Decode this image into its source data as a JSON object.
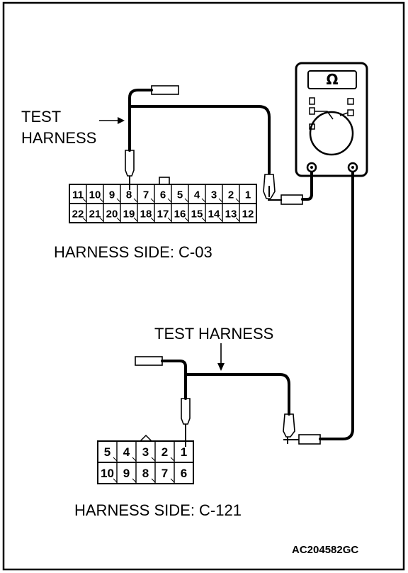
{
  "labels": {
    "test_harness_top_line1": "TEST",
    "test_harness_top_line2": "HARNESS",
    "test_harness_bottom": "TEST HARNESS",
    "connector_c03": "HARNESS SIDE: C-03",
    "connector_c121": "HARNESS SIDE: C-121",
    "figure_code": "AC204582GC"
  },
  "meter": {
    "symbol": "Ω",
    "icon": "ohmmeter-icon"
  },
  "connector_c03": {
    "top_row": [
      "11",
      "10",
      "9",
      "8",
      "7",
      "6",
      "5",
      "4",
      "3",
      "2",
      "1"
    ],
    "bottom_row": [
      "22",
      "21",
      "20",
      "19",
      "18",
      "17",
      "16",
      "15",
      "14",
      "13",
      "12"
    ],
    "probed_pin": "8"
  },
  "connector_c121": {
    "top_row": [
      "5",
      "4",
      "3",
      "2",
      "1"
    ],
    "bottom_row": [
      "10",
      "9",
      "8",
      "7",
      "6"
    ],
    "probed_pin": "1"
  }
}
